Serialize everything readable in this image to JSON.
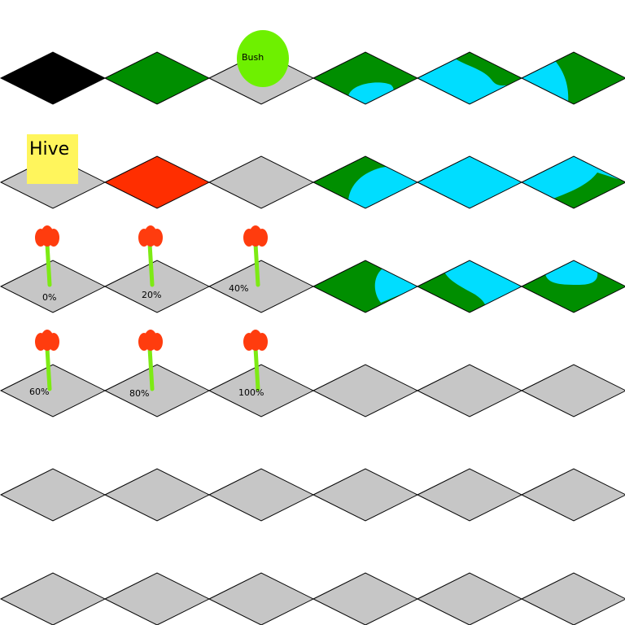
{
  "sheet": {
    "title": "Isometric tile sprite sheet",
    "colors": {
      "tile_outline": "#000000",
      "empty": "#c6c6c6",
      "black": "#000000",
      "grass": "#008e00",
      "water": "#00ddff",
      "hive_ground": "#ff2e00",
      "bush": "#6ef000",
      "hive_label_bg": "#fff55c",
      "flower_head": "#ff3c0e",
      "flower_stem": "#7dea14"
    },
    "rows": [
      [
        {
          "tile": "black-tile"
        },
        {
          "tile": "grass-tile"
        },
        {
          "tile": "bush-tile",
          "label": "Bush"
        },
        {
          "tile": "grass-pond-bottom-tile"
        },
        {
          "tile": "water-top-grass-tile"
        },
        {
          "tile": "grass-water-left-tile"
        }
      ],
      [
        {
          "tile": "hive-tile",
          "label": "Hive"
        },
        {
          "tile": "hive-red-tile"
        },
        {
          "tile": "empty-tile"
        },
        {
          "tile": "grass-water-right-tile"
        },
        {
          "tile": "water-tile"
        },
        {
          "tile": "water-grass-bottom-tile"
        }
      ],
      [
        {
          "tile": "flower-tile",
          "label": "0%"
        },
        {
          "tile": "flower-tile",
          "label": "20%"
        },
        {
          "tile": "flower-tile",
          "label": "40%"
        },
        {
          "tile": "grass-water-corner-tile"
        },
        {
          "tile": "water-grass-left-tile"
        },
        {
          "tile": "grass-water-top-tile"
        }
      ],
      [
        {
          "tile": "flower-tile",
          "label": "60%"
        },
        {
          "tile": "flower-tile",
          "label": "80%"
        },
        {
          "tile": "flower-tile",
          "label": "100%"
        },
        {
          "tile": "empty-tile"
        },
        {
          "tile": "empty-tile"
        },
        {
          "tile": "empty-tile"
        }
      ],
      [
        {
          "tile": "empty-tile"
        },
        {
          "tile": "empty-tile"
        },
        {
          "tile": "empty-tile"
        },
        {
          "tile": "empty-tile"
        },
        {
          "tile": "empty-tile"
        },
        {
          "tile": "empty-tile"
        }
      ],
      [
        {
          "tile": "empty-tile"
        },
        {
          "tile": "empty-tile"
        },
        {
          "tile": "empty-tile"
        },
        {
          "tile": "empty-tile"
        },
        {
          "tile": "empty-tile"
        },
        {
          "tile": "empty-tile"
        }
      ]
    ]
  }
}
